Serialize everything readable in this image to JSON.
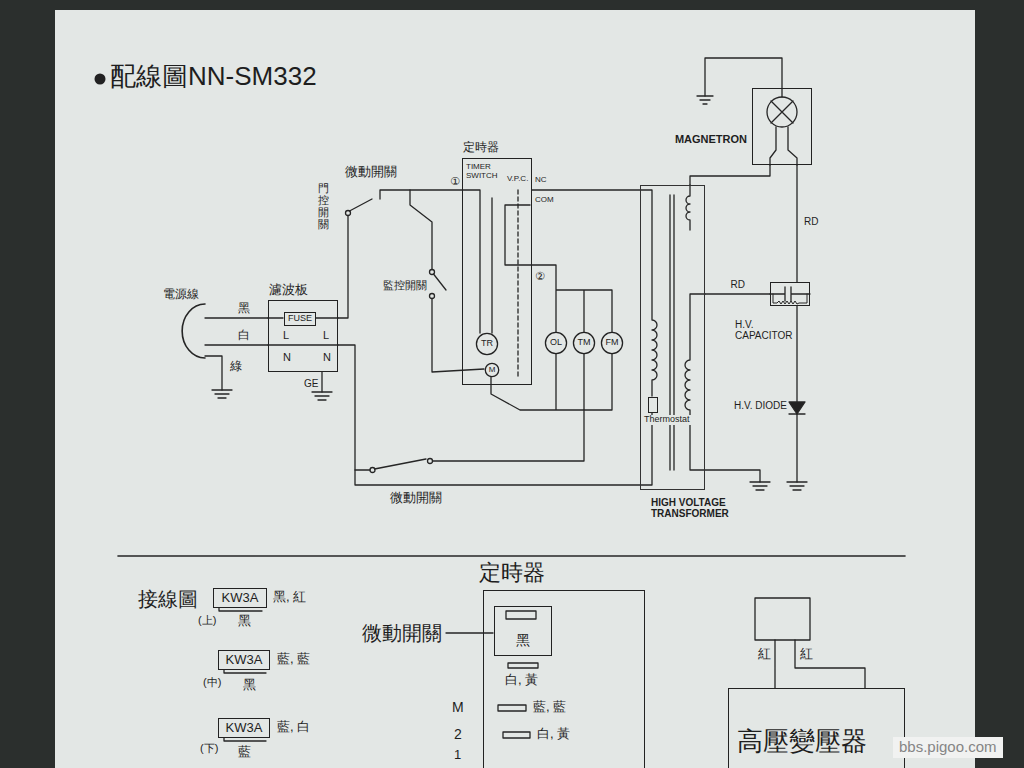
{
  "diagram": {
    "title": "配線圖NN-SM332",
    "nodes": [
      {
        "text": [
          "濾波板",
          "L",
          "N",
          "L",
          "N"
        ]
      },
      {
        "text": [
          "FUSE"
        ],
        "in": 0
      },
      {
        "text": [
          "定時器",
          "TIMER SWITCH",
          "V.P.C."
        ]
      },
      {
        "text": [
          "TR"
        ],
        "in": 2
      },
      {
        "text": [
          "M"
        ],
        "in": 2
      },
      {
        "text": [
          "OL"
        ]
      },
      {
        "text": [
          "TM"
        ]
      },
      {
        "text": [
          "FM"
        ]
      },
      {
        "text": [
          "MAGNETRON"
        ]
      },
      {
        "text": [
          "HIGH VOLTAGE TRANSFORMER"
        ]
      },
      {
        "text": [
          "Thermostat"
        ],
        "in": 9
      },
      {
        "text": [
          "H.V. CAPACITOR"
        ]
      },
      {
        "text": [
          "KW3A"
        ]
      },
      {
        "text": [
          "KW3A"
        ]
      },
      {
        "text": [
          "KW3A"
        ]
      },
      {
        "text": [
          "定時器"
        ]
      },
      {
        "text": [
          "黑"
        ],
        "in": 15
      },
      {
        "text": [
          "高壓變壓器"
        ]
      }
    ],
    "edges": [
      {
        "from": 8,
        "to": 9,
        "arrow": "none"
      },
      {
        "from": 8,
        "to": 11,
        "label": "RD",
        "arrow": "none"
      },
      {
        "from": 9,
        "to": 11,
        "label": "RD",
        "arrow": "none"
      }
    ],
    "labels": [
      "電源線",
      "黑",
      "白",
      "綠",
      "GE",
      "微動開關",
      "門控開關",
      "監控開關",
      "①",
      "NC",
      "COM",
      "②",
      "微動開關",
      "H.V. DIODE",
      "接線圖",
      "黑, 紅",
      "(上)",
      "黑",
      "藍, 藍",
      "(中)",
      "黑",
      "藍, 白",
      "(下)",
      "藍",
      "微動開關",
      "白, 黃",
      "M",
      "藍, 藍",
      "2",
      "白, 黃",
      "1",
      "紅",
      "紅",
      "bbs.pigoo.com"
    ]
  }
}
